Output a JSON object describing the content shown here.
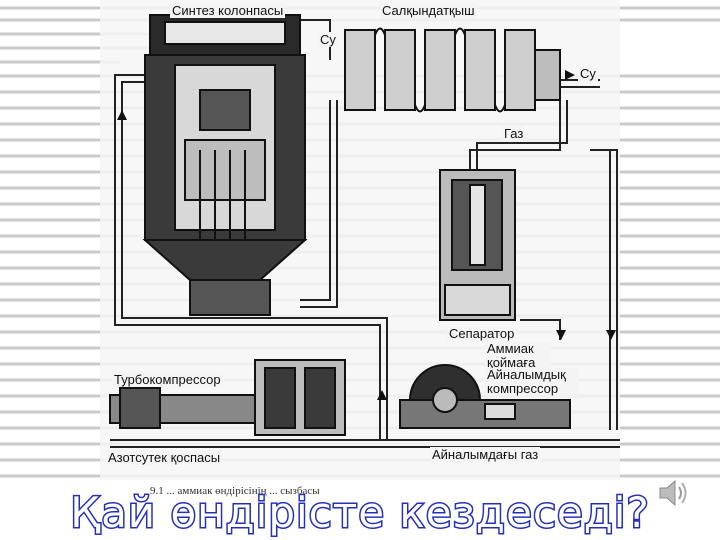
{
  "diagram": {
    "labels": {
      "synthesis_column": "Синтез колонпасы",
      "cooler": "Салқындатқыш",
      "water_in": "Су",
      "water_out": "Су",
      "gas": "Газ",
      "separator": "Сепаратор",
      "ammonia_storage": "Аммиак қоймаға",
      "circulation_compressor": "Айналымдық компрессор",
      "turbocompressor": "Турбокомпрессор",
      "nitrogen_hydrogen_mixture": "Азотсутек қоспасы",
      "circulating_gas": "Айналымдағы газ"
    },
    "caption": "9.1 ... аммиак өндірісінің ... сызбасы"
  },
  "slide": {
    "question": "Қай өндірісте кездеседі?"
  },
  "icons": {
    "speaker": "speaker-icon"
  },
  "colors": {
    "question_fill": "#ffffff",
    "question_stroke": "#2430b8"
  }
}
